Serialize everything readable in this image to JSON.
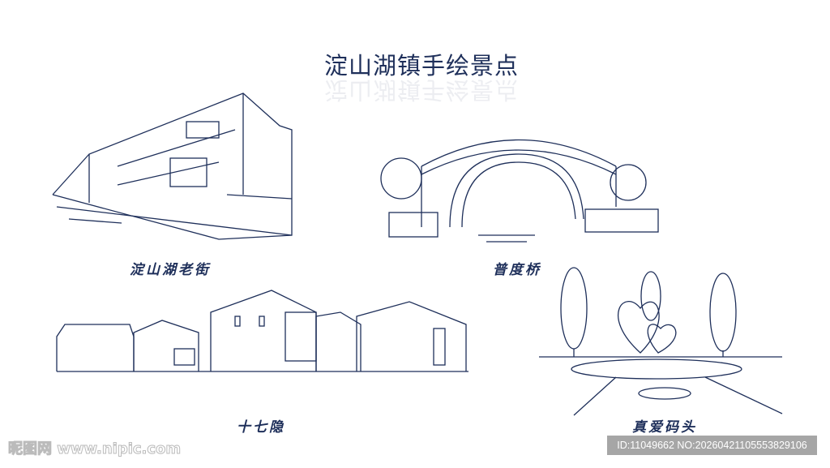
{
  "title": "淀山湖镇手绘景点",
  "scenes": [
    {
      "label": "淀山湖老街"
    },
    {
      "label": "普度桥"
    },
    {
      "label": "十七隐"
    },
    {
      "label": "真爱码头"
    }
  ],
  "watermark": "昵图网 www.nipic.com",
  "image_id": "ID:11049662 NO:20260421105553829106",
  "colors": {
    "ink": "#1e2f5a",
    "id_bg": "#a6a6a6"
  }
}
